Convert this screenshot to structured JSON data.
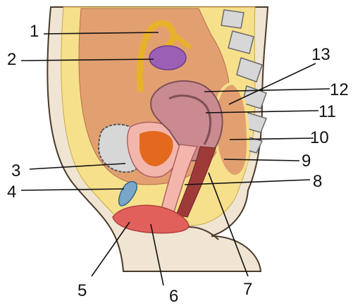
{
  "labels": [
    "1",
    "2",
    "3",
    "4",
    "5",
    "6",
    "7",
    "8",
    "9",
    "10",
    "11",
    "12",
    "13"
  ],
  "colors": {
    "skin": "#f0e4d2",
    "outline": "#4a3a2a",
    "fat": "#f6e08c",
    "cavity": "#e2a071",
    "peritoneum": "#f3b6ad",
    "tube": "#e8b12c",
    "ovary": "#9b5fb6",
    "uterus": "#c98b8f",
    "uterus_dark": "#7f4f57",
    "bladder_fill": "#e36a1c",
    "rectum": "#9e3b38",
    "bone": "#d7d7d7",
    "vulva": "#e2605c",
    "clitoris": "#7aa6c8",
    "leader": "#111111"
  }
}
